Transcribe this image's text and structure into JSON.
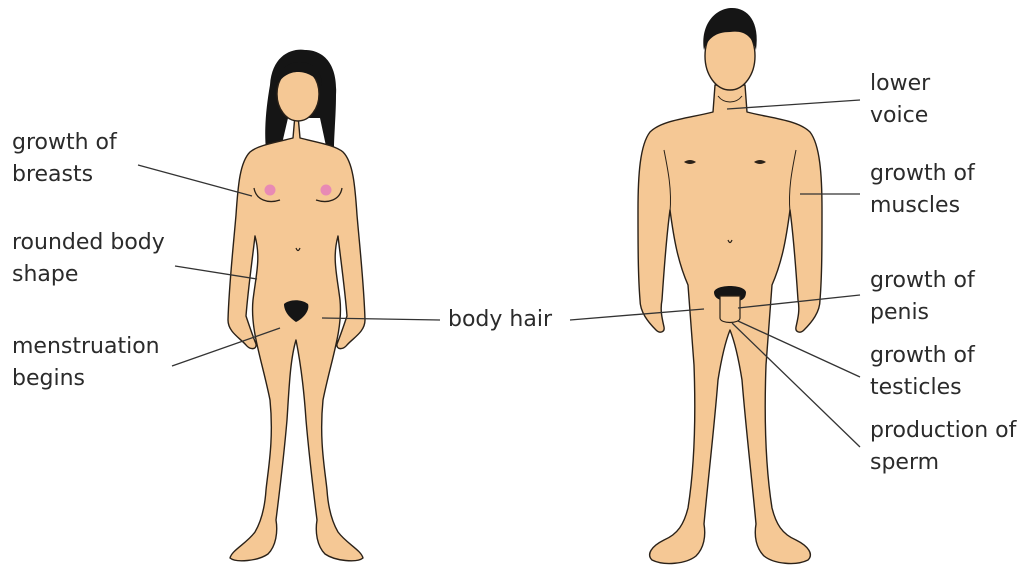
{
  "female": {
    "labels": {
      "breasts": [
        "growth of",
        "breasts"
      ],
      "body_shape": [
        "rounded body",
        "shape"
      ],
      "menstruation": [
        "menstruation",
        "begins"
      ]
    }
  },
  "shared": {
    "body_hair": "body hair"
  },
  "male": {
    "labels": {
      "voice": [
        "lower",
        "voice"
      ],
      "muscles": [
        "growth of",
        "muscles"
      ],
      "penis": [
        "growth of",
        "penis"
      ],
      "testicles": [
        "growth of",
        "testicles"
      ],
      "sperm": [
        "production of",
        "sperm"
      ]
    }
  },
  "colors": {
    "skin": "#f5c895",
    "outline": "#2a2118",
    "hair": "#151515",
    "nipple_female": "#e88ab4",
    "leader_line": "#333333",
    "text": "#2b2b2b"
  }
}
